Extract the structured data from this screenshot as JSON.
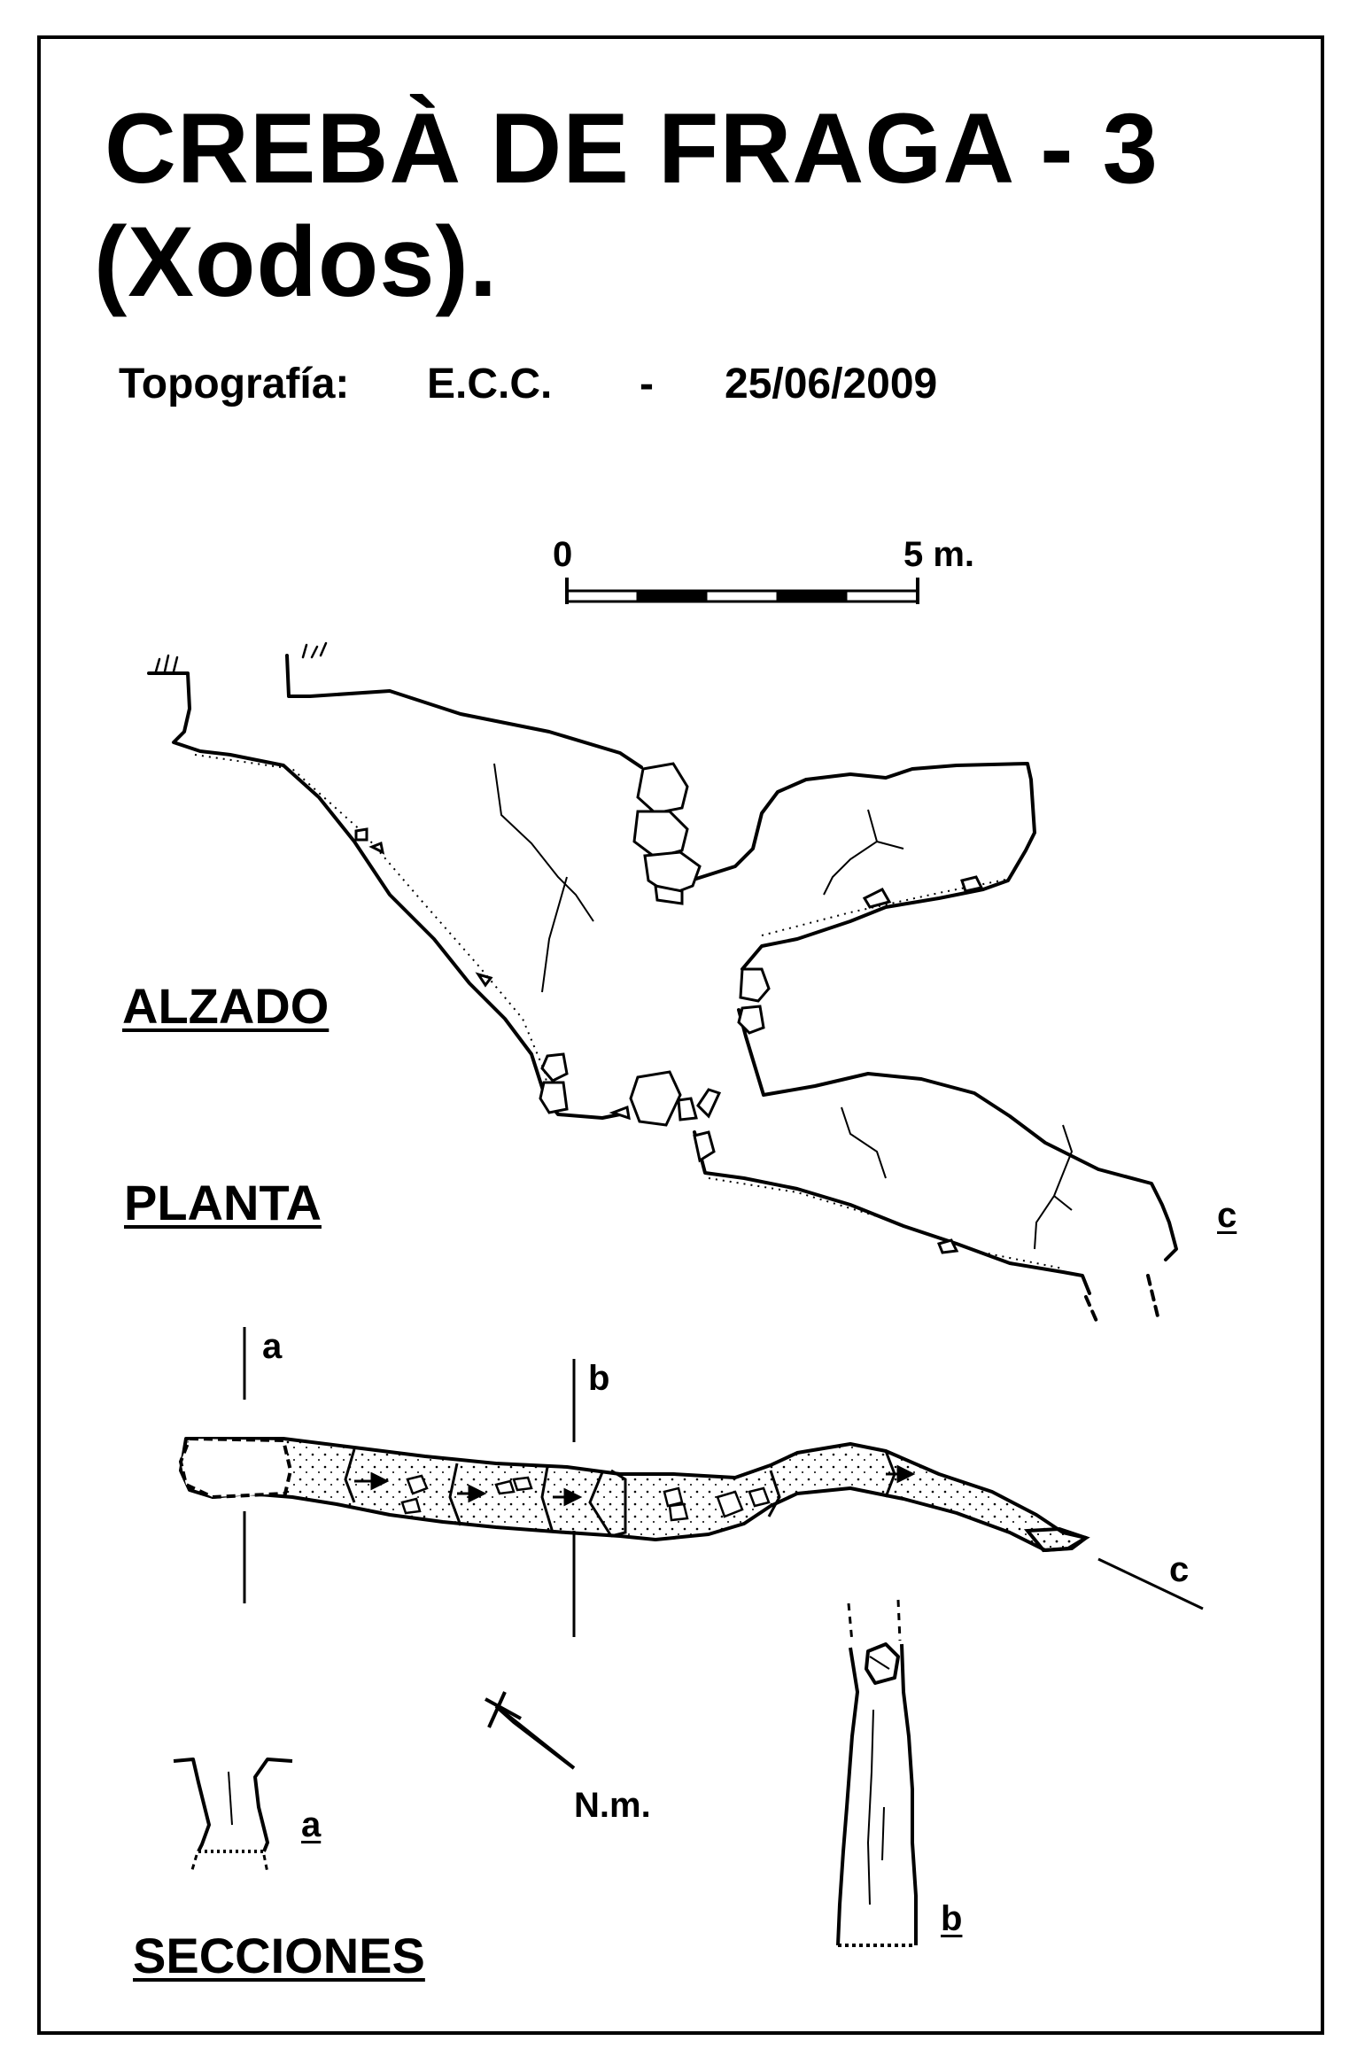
{
  "title_line1": "CREBÀ  DE  FRAGA - 3",
  "title_line2": "(Xodos).",
  "topografia": {
    "label": "Topografía:",
    "author": "E.C.C.",
    "separator": "-",
    "date": "25/06/2009"
  },
  "scale": {
    "zero": "0",
    "end": "5 m."
  },
  "views": {
    "alzado": "ALZADO",
    "planta": "PLANTA",
    "secciones": "SECCIONES"
  },
  "markers": {
    "a": "a",
    "b": "b",
    "c": "c"
  },
  "north": "N.m."
}
